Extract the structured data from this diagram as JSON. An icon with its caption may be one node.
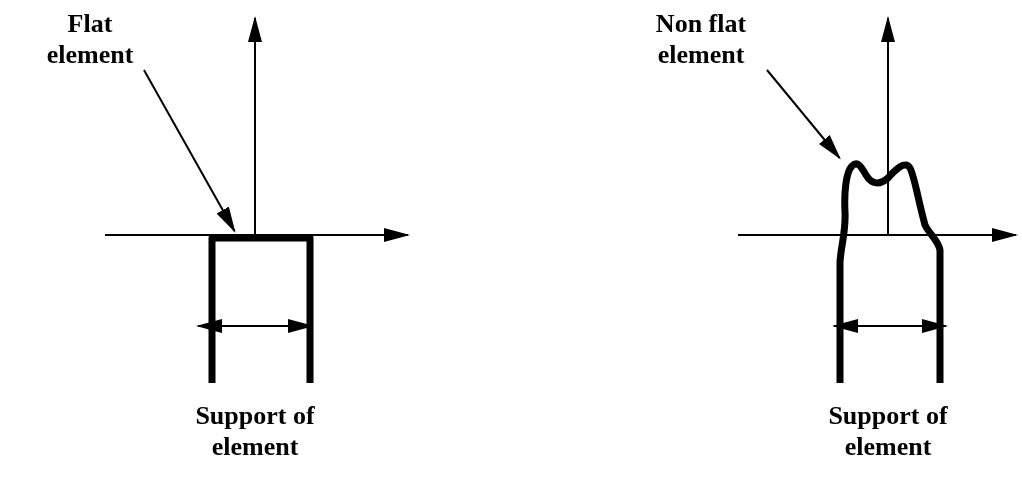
{
  "diagram": {
    "nodes": [
      {
        "text": [
          "Flat element"
        ]
      },
      {
        "text": [],
        "shape": "line",
        "beside": [
          "Support of element"
        ]
      },
      {
        "text": [
          "Non flat element"
        ]
      },
      {
        "text": [],
        "shape": "line",
        "beside": [
          "Support of element"
        ]
      }
    ],
    "edges": [
      {
        "from": 0,
        "to": 1,
        "arrow": "to"
      },
      {
        "from": 2,
        "to": 3,
        "arrow": "to"
      }
    ]
  }
}
